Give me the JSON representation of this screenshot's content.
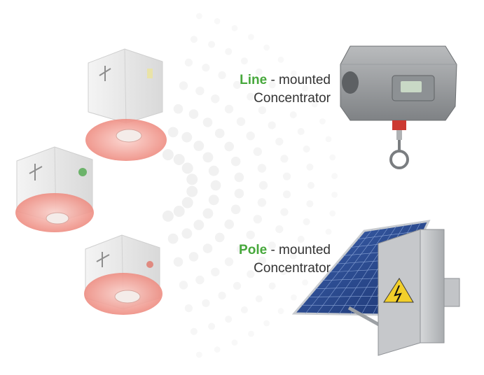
{
  "labels": {
    "line": {
      "accent": "Line",
      "rest": " - mounted",
      "second": "Concentrator"
    },
    "pole": {
      "accent": "Pole",
      "rest": " - mounted",
      "second": "Concentrator"
    }
  },
  "colors": {
    "accent_green": "#47a83c",
    "text": "#333333",
    "sensor_lens": "#f08b80",
    "signal_dots": "#eeeeee"
  },
  "icons": {
    "sensor": "fault-sensor-icon",
    "line_concentrator": "line-mounted-concentrator-icon",
    "pole_concentrator": "pole-mounted-concentrator-icon",
    "signal": "wireless-signal-waves-icon",
    "hazard": "electrical-hazard-icon"
  }
}
